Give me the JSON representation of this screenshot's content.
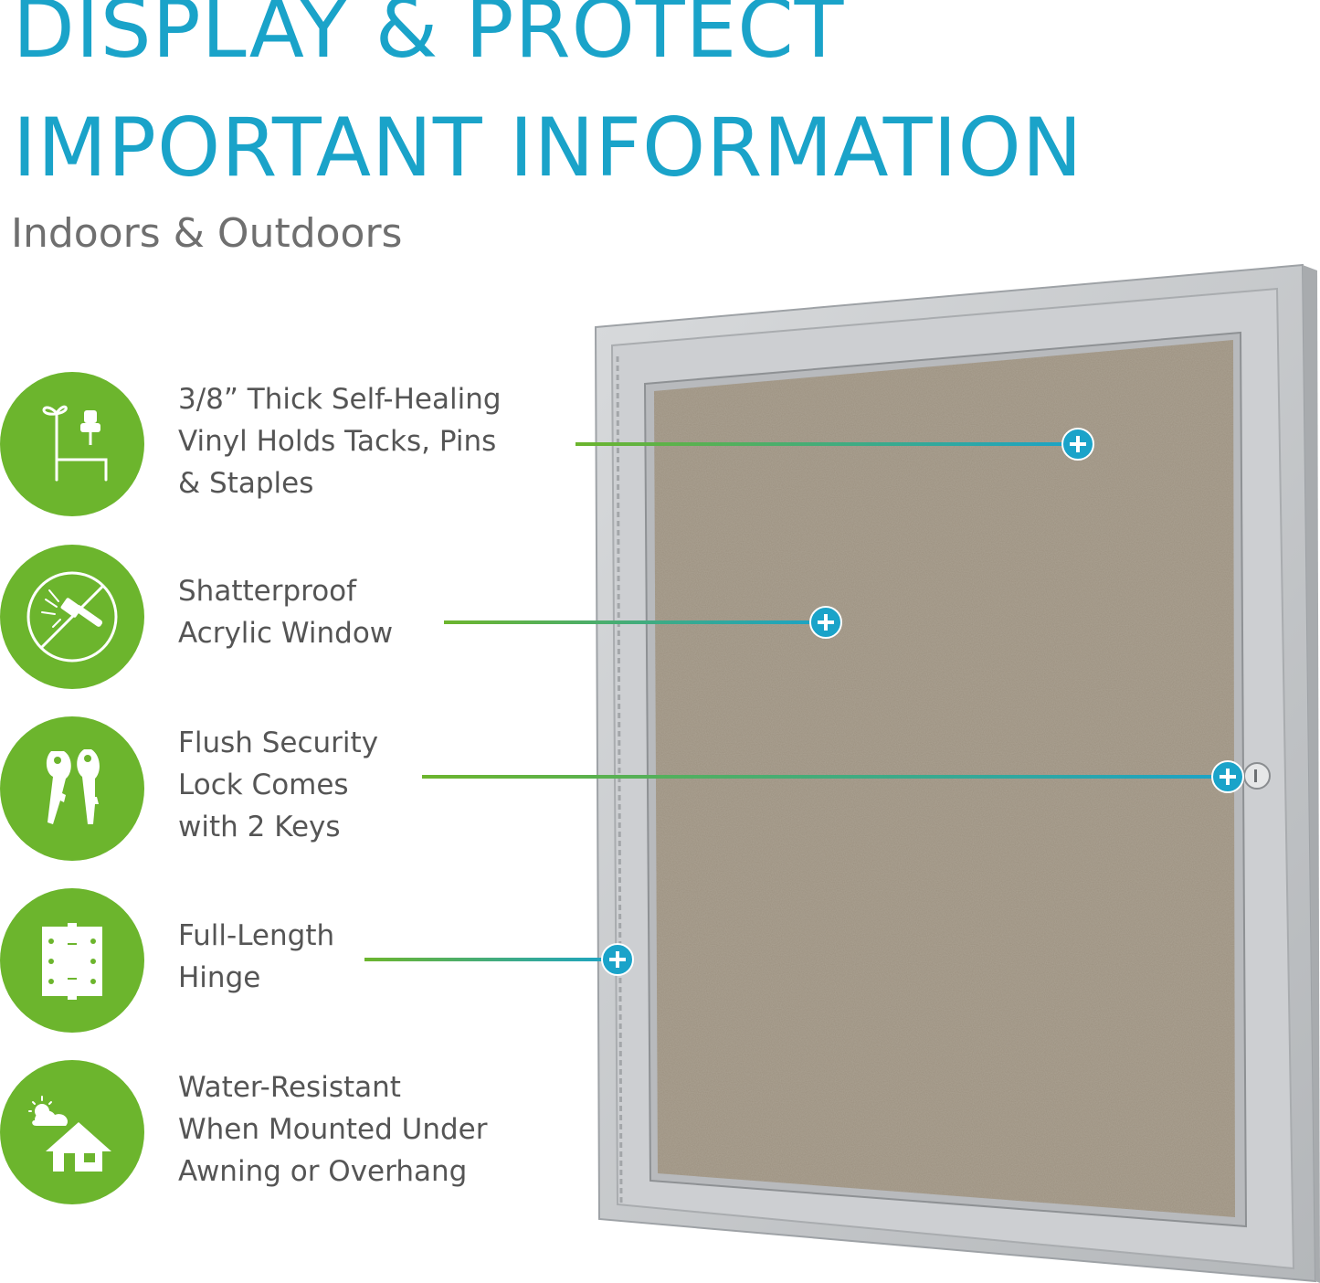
{
  "headline": {
    "line1": "DISPLAY & PROTECT",
    "line2": "IMPORTANT INFORMATION",
    "color": "#1aa3c9"
  },
  "subheadline": "Indoors & Outdoors",
  "accent_green": "#6cb52d",
  "accent_blue": "#1aa3c9",
  "features": [
    {
      "icon": "pushpin-tack-icon",
      "lines": [
        "3/8” Thick Self-Healing",
        "Vinyl Holds Tacks, Pins",
        "& Staples"
      ]
    },
    {
      "icon": "no-hammer-shatterproof-icon",
      "lines": [
        "Shatterproof",
        "Acrylic Window"
      ]
    },
    {
      "icon": "keys-icon",
      "lines": [
        "Flush Security",
        "Lock Comes",
        "with 2 Keys"
      ]
    },
    {
      "icon": "hinge-icon",
      "lines": [
        "Full-Length",
        "Hinge"
      ]
    },
    {
      "icon": "house-weather-icon",
      "lines": [
        "Water-Resistant",
        "When Mounted Under",
        "Awning or Overhang"
      ]
    }
  ],
  "product": {
    "type": "enclosed bulletin board",
    "frame_color": "#c8cacd",
    "surface_color": "#9c9180"
  }
}
